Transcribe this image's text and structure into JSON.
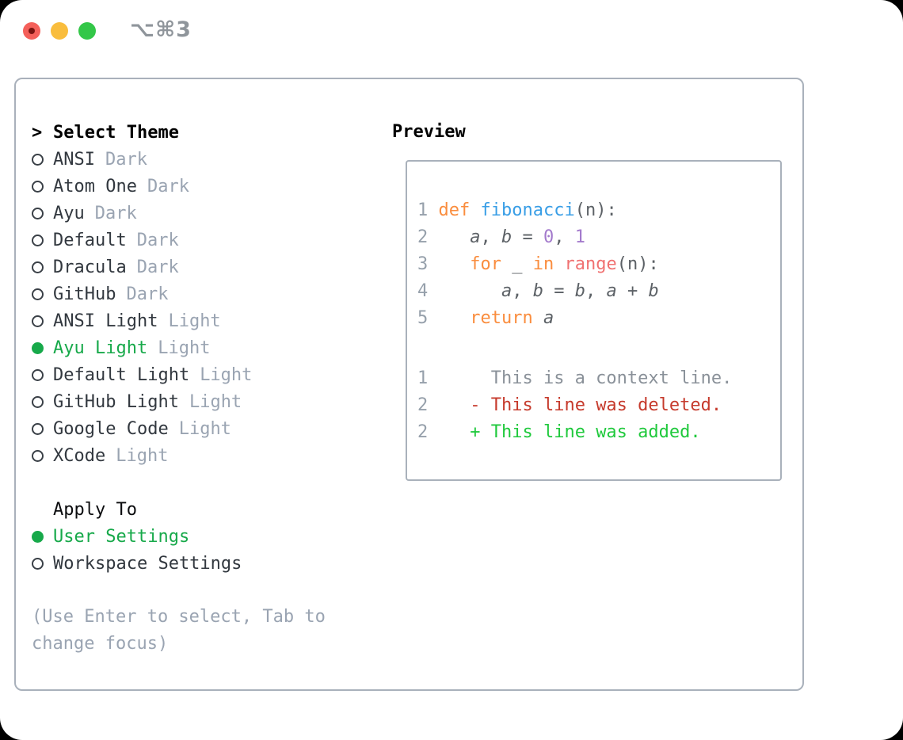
{
  "titlebar": {
    "title": "⌥⌘3",
    "buttons": [
      "close",
      "minimize",
      "zoom"
    ]
  },
  "theme_picker": {
    "header_marker": ">",
    "header": "Select Theme",
    "unselected_marker": "○",
    "selected_marker": "●",
    "items": [
      {
        "label": "ANSI",
        "tag": "Dark",
        "selected": false
      },
      {
        "label": "Atom One",
        "tag": "Dark",
        "selected": false
      },
      {
        "label": "Ayu",
        "tag": "Dark",
        "selected": false
      },
      {
        "label": "Default",
        "tag": "Dark",
        "selected": false
      },
      {
        "label": "Dracula",
        "tag": "Dark",
        "selected": false
      },
      {
        "label": "GitHub",
        "tag": "Dark",
        "selected": false
      },
      {
        "label": "ANSI Light",
        "tag": "Light",
        "selected": false
      },
      {
        "label": "Ayu Light",
        "tag": "Light",
        "selected": true
      },
      {
        "label": "Default Light",
        "tag": "Light",
        "selected": false
      },
      {
        "label": "GitHub Light",
        "tag": "Light",
        "selected": false
      },
      {
        "label": "Google Code",
        "tag": "Light",
        "selected": false
      },
      {
        "label": "XCode",
        "tag": "Light",
        "selected": false
      }
    ]
  },
  "apply_to": {
    "header": "Apply To",
    "items": [
      {
        "label": "User Settings",
        "selected": true
      },
      {
        "label": "Workspace Settings",
        "selected": false
      }
    ]
  },
  "hint_lines": [
    "(Use Enter to select, Tab to",
    "change focus)"
  ],
  "preview": {
    "title": "Preview",
    "lines": [
      {
        "segs": [
          [
            "ln",
            "1 "
          ],
          [
            "kw",
            "def "
          ],
          [
            "fn",
            "fibonacci"
          ],
          [
            "p",
            "(n):"
          ]
        ]
      },
      {
        "segs": [
          [
            "ln",
            "2 "
          ],
          [
            "p",
            "   "
          ],
          [
            "v",
            "a"
          ],
          [
            "p",
            ", "
          ],
          [
            "v",
            "b"
          ],
          [
            "p",
            " = "
          ],
          [
            "num",
            "0"
          ],
          [
            "p",
            ", "
          ],
          [
            "num",
            "1"
          ]
        ]
      },
      {
        "segs": [
          [
            "ln",
            "3 "
          ],
          [
            "p",
            "   "
          ],
          [
            "kw",
            "for"
          ],
          [
            "p",
            " _ "
          ],
          [
            "kw",
            "in"
          ],
          [
            "p",
            " "
          ],
          [
            "rng",
            "range"
          ],
          [
            "p",
            "(n):"
          ]
        ]
      },
      {
        "segs": [
          [
            "ln",
            "4 "
          ],
          [
            "p",
            "      "
          ],
          [
            "v",
            "a"
          ],
          [
            "p",
            ", "
          ],
          [
            "v",
            "b"
          ],
          [
            "p",
            " = "
          ],
          [
            "v",
            "b"
          ],
          [
            "p",
            ", "
          ],
          [
            "v",
            "a"
          ],
          [
            "p",
            " + "
          ],
          [
            "v",
            "b"
          ]
        ]
      },
      {
        "segs": [
          [
            "ln",
            "5 "
          ],
          [
            "p",
            "   "
          ],
          [
            "kw",
            "return "
          ],
          [
            "v",
            "a"
          ]
        ]
      },
      {
        "gap": true,
        "segs": []
      },
      {
        "segs": [
          [
            "ln",
            "1 "
          ],
          [
            "ctx",
            "     This is a context line."
          ]
        ]
      },
      {
        "segs": [
          [
            "ln",
            "2 "
          ],
          [
            "p",
            "   "
          ],
          [
            "del",
            "- This line was deleted."
          ]
        ]
      },
      {
        "segs": [
          [
            "ln",
            "2 "
          ],
          [
            "p",
            "   "
          ],
          [
            "add",
            "+ This line was added."
          ]
        ]
      }
    ]
  },
  "colors": {
    "accent_green": "#17a94a",
    "diff_added": "#1fc93c",
    "diff_deleted": "#c63a2c",
    "keyword_orange": "#fa8d3e",
    "function_blue": "#399ee6",
    "builtin_coral": "#f07171",
    "number_purple": "#a37acc",
    "code_text": "#5c6166",
    "line_number": "#96a0ab",
    "diff_context": "#8a9199",
    "muted_gray": "#9aa4b2",
    "item_text": "#32383f",
    "panel_border": "#a9b1bb",
    "traffic_red": "#f4605a",
    "traffic_yellow": "#f9bd3d",
    "traffic_green": "#33c748",
    "titlebar_text": "#8f959b"
  }
}
